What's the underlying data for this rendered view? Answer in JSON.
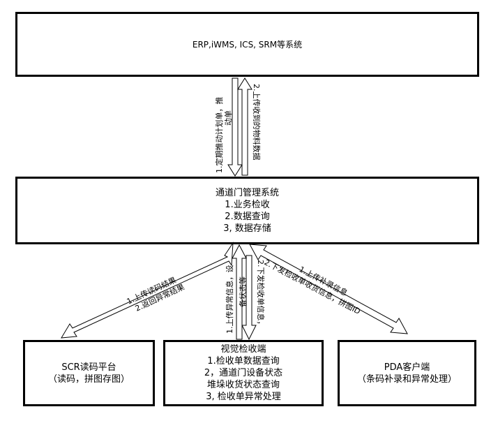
{
  "top_system": {
    "title": "ERP,iWMS, ICS, SRM等系统"
  },
  "channel_system": {
    "title": "通道门管理系统",
    "items": [
      "1.业务检收",
      "2.数据查询",
      "3, 数据存储"
    ]
  },
  "scr_platform": {
    "title": "SCR读码平台",
    "subtitle": "（读码，拼图存图）"
  },
  "vision_client": {
    "title": "视觉检收端",
    "items": [
      "1.检收单数据查询",
      "2，通道门设备状态",
      "堆垛收货状态查询",
      "3, 检收单异常处理"
    ]
  },
  "pda_client": {
    "title": "PDA客户端",
    "subtitle": "（条码补录和异常处理）"
  },
  "arrow_labels": {
    "top_down_1": "1.定期推动计划单，推",
    "top_down_2": "动单",
    "top_up": "2.上传收到的物料数据",
    "scr_1": "1.上传读码结果",
    "scr_2": "2.返回异常结果",
    "vis_1": "1.上传异常信息，设",
    "vis_2": "备状态等",
    "vis_3": "2.下发检收单信息，",
    "pda_1": "1.上传补录信息",
    "pda_2": "2.下发检收单收货信息，拼图ID"
  }
}
